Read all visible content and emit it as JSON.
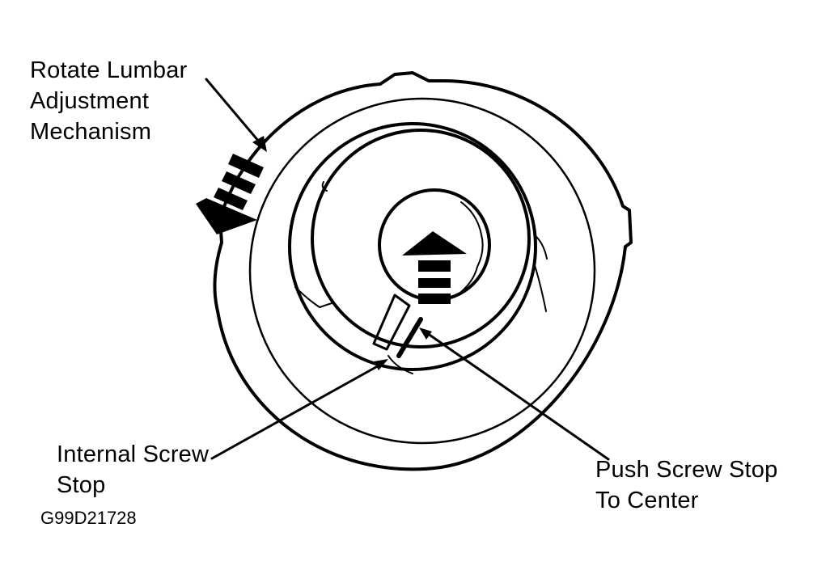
{
  "labels": {
    "rotate": [
      "Rotate Lumbar",
      "Adjustment",
      "Mechanism"
    ],
    "internal_stop": [
      "Internal Screw",
      "Stop"
    ],
    "push_stop": [
      "Push Screw Stop",
      "To Center"
    ]
  },
  "figure_id": "G99D21728",
  "colors": {
    "line": "#000000",
    "background": "#ffffff"
  }
}
